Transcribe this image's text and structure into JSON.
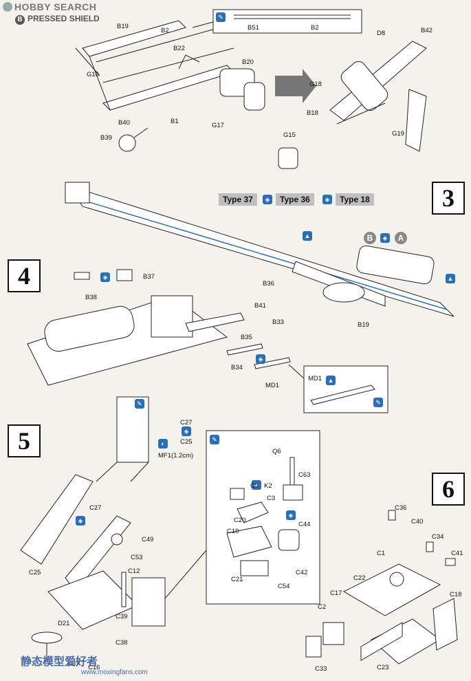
{
  "header": {
    "watermark": "HOBBY SEARCH",
    "subhead_badge": "B",
    "subhead": "PRESSED SHIELD"
  },
  "steps": {
    "s3": "3",
    "s4": "4",
    "s5": "5",
    "s6": "6"
  },
  "type_tags": [
    "Type 37",
    "Type 36",
    "Type 18"
  ],
  "circles": {
    "b": "B",
    "a": "A"
  },
  "labels": {
    "top_left": [
      "B19",
      "B2",
      "B22",
      "G16",
      "B20",
      "B1",
      "B40",
      "G17",
      "B39"
    ],
    "inset_top": [
      "B51",
      "B2"
    ],
    "top_right": [
      "D8",
      "B42",
      "G18",
      "B18",
      "G15",
      "G19"
    ],
    "step3": [
      "B36",
      "B41",
      "B33",
      "B19"
    ],
    "step4": [
      "B37",
      "B38",
      "B35",
      "B34",
      "MD1"
    ],
    "step4_inset": [
      "MD1"
    ],
    "step5_small": [
      "C27",
      "C25",
      "MF1(1.2cm)"
    ],
    "step5": [
      "C27",
      "C49",
      "C53",
      "C12",
      "C25",
      "C39",
      "C38",
      "D21",
      "C37",
      "C16"
    ],
    "step5_inset": [
      "Q6",
      "C63",
      "C9",
      "K2",
      "C3",
      "C20",
      "C19",
      "C44",
      "C21",
      "C42",
      "C54"
    ],
    "step6": [
      "C36",
      "C40",
      "C34",
      "C1",
      "C41",
      "C22",
      "C17",
      "C18",
      "C2",
      "C33",
      "C23"
    ]
  },
  "footer": {
    "watermark_cn": "静态模型爱好者",
    "watermark_url": "www.moxingfans.com"
  },
  "colors": {
    "accent": "#2a6fb5",
    "line": "#111111",
    "paper": "#f3f2ec"
  }
}
